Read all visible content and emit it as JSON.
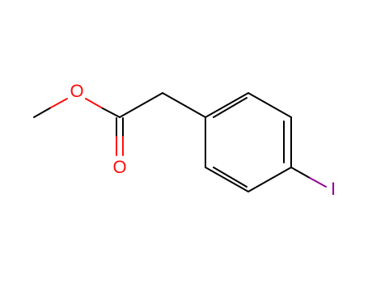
{
  "molecule": {
    "atoms": {
      "ester_oxygen": {
        "symbol": "O",
        "color": "#ff0d0d"
      },
      "carbonyl_oxygen": {
        "symbol": "O",
        "color": "#ff0d0d"
      },
      "iodine": {
        "symbol": "I",
        "color": "#940094"
      }
    },
    "bond_color": "#000000"
  }
}
